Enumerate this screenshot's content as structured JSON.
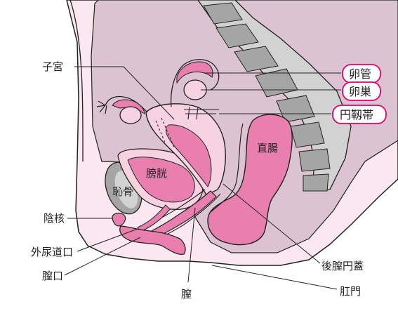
{
  "labels": {
    "uterus": "子宮",
    "clitoris": "陰核",
    "urethral_opening": "外尿道口",
    "vaginal_opening": "膣口",
    "vagina": "膣",
    "bladder": "膀胱",
    "pubic_bone": "恥骨",
    "rectum": "直腸",
    "fallopian_tube": "卵管",
    "ovary": "卵巣",
    "round_ligament": "円靱帯",
    "posterior_fornix": "後膣円蓋",
    "anus": "肛門"
  },
  "colors": {
    "outline": "#222222",
    "pelvic_cavity": "#dcc3d2",
    "skin": "#fbe7ef",
    "spine_gray": "#a5a5a5",
    "spine_light": "#d2d2d2",
    "organ_pink": "#e97faf",
    "organ_light": "#f7d2e1",
    "highlight_box": "#e3006e"
  }
}
